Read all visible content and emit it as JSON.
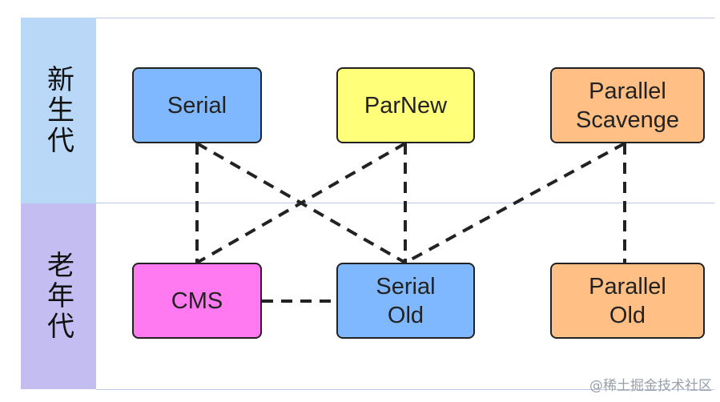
{
  "generations": {
    "young": "新生代",
    "old": "老年代"
  },
  "collectors": {
    "serial": "Serial",
    "parnew": "ParNew",
    "parallel_scavenge": "Parallel\nScavenge",
    "cms": "CMS",
    "serial_old": "Serial\nOld",
    "parallel_old": "Parallel\nOld"
  },
  "colors": {
    "young_band": "#b9d7f6",
    "old_band": "#c3bdf2",
    "serial": "#7fb8ff",
    "parnew": "#ffff7a",
    "parallel": "#ffbf85",
    "cms": "#ff79f0",
    "serial_old": "#7fb8ff"
  },
  "connections": [
    [
      "serial",
      "cms"
    ],
    [
      "serial",
      "serial_old"
    ],
    [
      "parnew",
      "cms"
    ],
    [
      "parnew",
      "serial_old"
    ],
    [
      "parallel_scavenge",
      "serial_old"
    ],
    [
      "parallel_scavenge",
      "parallel_old"
    ],
    [
      "cms",
      "serial_old"
    ]
  ],
  "watermark": "@稀土掘金技术社区"
}
